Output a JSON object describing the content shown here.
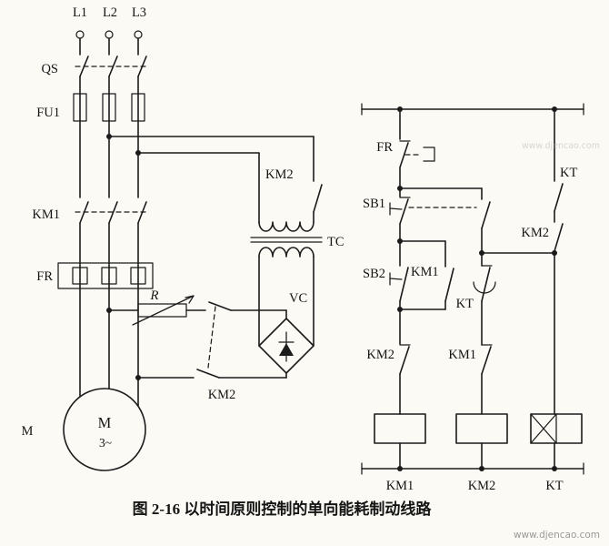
{
  "caption": "图 2-16  以时间原则控制的单向能耗制动线路",
  "watermark_bottom": "www.djencao.com",
  "watermark_top": "www.djencao.com",
  "power": {
    "phases": {
      "l1": "L1",
      "l2": "L2",
      "l3": "L3"
    },
    "qs": "QS",
    "fu1": "FU1",
    "km1": "KM1",
    "fr": "FR",
    "km2_top": "KM2",
    "tc": "TC",
    "vc": "VC",
    "r": "R",
    "km2_brake": "KM2",
    "motor_label": "M",
    "motor_inner": "M",
    "motor_phase": "3~"
  },
  "control": {
    "fr": "FR",
    "sb1": "SB1",
    "sb2": "SB2",
    "km1_hold": "KM1",
    "kt_top": "KT",
    "km2_aux": "KM2",
    "kt_delay": "KT",
    "km1_interlock": "KM1",
    "km2_interlock": "KM2",
    "coils": {
      "km1": "KM1",
      "km2": "KM2",
      "kt": "KT"
    }
  }
}
